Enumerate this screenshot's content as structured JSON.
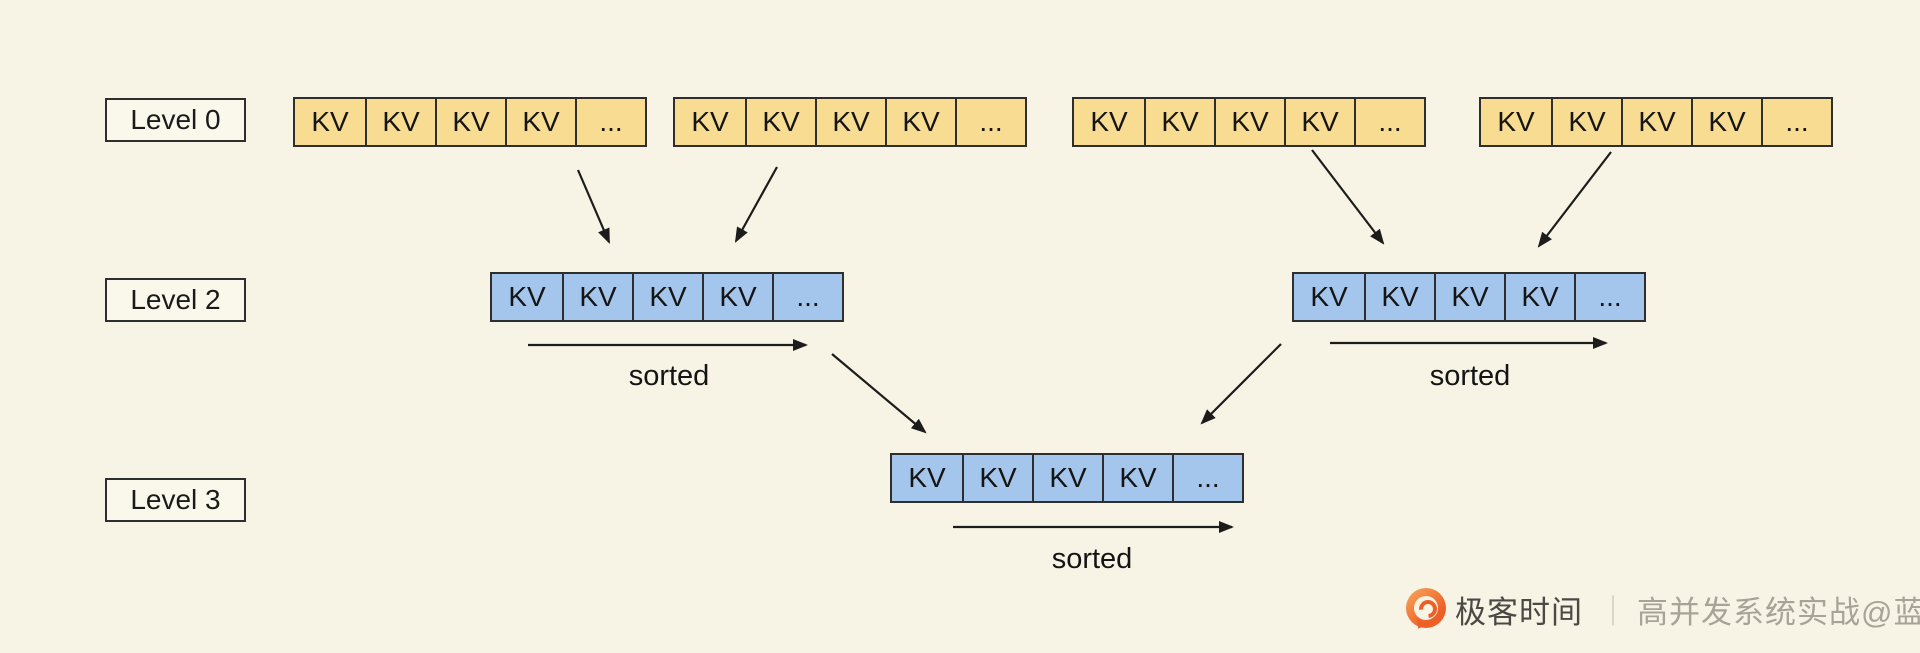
{
  "diagram": {
    "levels": [
      {
        "label": "Level 0",
        "arrays": [
          {
            "cells": [
              "KV",
              "KV",
              "KV",
              "KV",
              "..."
            ]
          },
          {
            "cells": [
              "KV",
              "KV",
              "KV",
              "KV",
              "..."
            ]
          },
          {
            "cells": [
              "KV",
              "KV",
              "KV",
              "KV",
              "..."
            ]
          },
          {
            "cells": [
              "KV",
              "KV",
              "KV",
              "KV",
              "..."
            ]
          }
        ]
      },
      {
        "label": "Level 2",
        "arrays": [
          {
            "cells": [
              "KV",
              "KV",
              "KV",
              "KV",
              "..."
            ],
            "sorted": "sorted"
          },
          {
            "cells": [
              "KV",
              "KV",
              "KV",
              "KV",
              "..."
            ],
            "sorted": "sorted"
          }
        ]
      },
      {
        "label": "Level 3",
        "arrays": [
          {
            "cells": [
              "KV",
              "KV",
              "KV",
              "KV",
              "..."
            ],
            "sorted": "sorted"
          }
        ]
      }
    ]
  },
  "footer": {
    "brand": "极客时间",
    "divider": "｜",
    "watermark": "高并发系统实战@蓝天"
  },
  "colors": {
    "background": "#F7F4E6",
    "label_fill": "#FAF8EA",
    "level0_fill": "#F8DC92",
    "merged_fill": "#A5C6EC",
    "border": "#2E2E2E",
    "arrow": "#1C1C1C",
    "logo_orange": "#ED5F26",
    "brand_text": "#4A4944",
    "divider_text": "#CBC7BB",
    "watermark_text": "#A7A396"
  }
}
